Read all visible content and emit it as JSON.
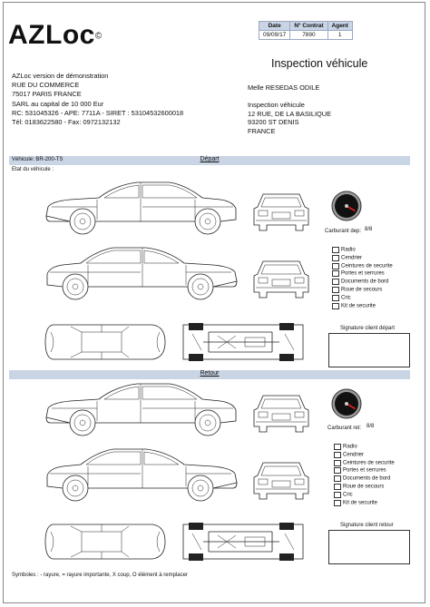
{
  "logo": {
    "text": "AZLoc",
    "mark": "©"
  },
  "meta": {
    "headers": [
      "Date",
      "N° Contrat",
      "Agent"
    ],
    "values": [
      "09/09/17",
      "7890",
      "1"
    ]
  },
  "company": {
    "line1": "AZLoc version de démonstration",
    "line2": "RUE DU COMMERCE",
    "line3": "75017 PARIS FRANCE",
    "line4": "SARL au capital de 10 000 Eur",
    "line5": "RC: 531045326 - APE: 7711A - SIRET : 53104532600018",
    "line6": "Tél: 0183622580 - Fax: 0972132132"
  },
  "title": "Inspection véhicule",
  "client": {
    "name": "Melle RESEDAS ODILE",
    "line1": "Inspection véhicule",
    "line2": "12 RUE, DE LA BASILIQUE",
    "line3": "93200 ST DENIS",
    "line4": "FRANCE"
  },
  "depart": {
    "vehicle": "Véhicule: BR-200-TS",
    "label": "Départ",
    "etat": "Etat du véhicule :",
    "fuel_label": "Carburant dep:",
    "fuel_value": "8/8",
    "fuel_level": 1.0,
    "checklist": [
      "Radio",
      "Cendrier",
      "Ceintures de securite",
      "Portes et serrures",
      "Documents de bord",
      "Roue de secours",
      "Cric",
      "Kit de securite"
    ],
    "signature": "Signature client départ"
  },
  "retour": {
    "label": "Retour",
    "fuel_label": "Carburant ret:",
    "fuel_value": "8/8",
    "fuel_level": 1.0,
    "checklist": [
      "Radio",
      "Cendrier",
      "Ceintures de securite",
      "Portes et serrures",
      "Documents de bord",
      "Roue de secours",
      "Cric",
      "Kit de securite"
    ],
    "signature": "Signature client retour"
  },
  "symbols": "Symboles : - rayure, = rayure importante, X coup, O élément à remplacer"
}
